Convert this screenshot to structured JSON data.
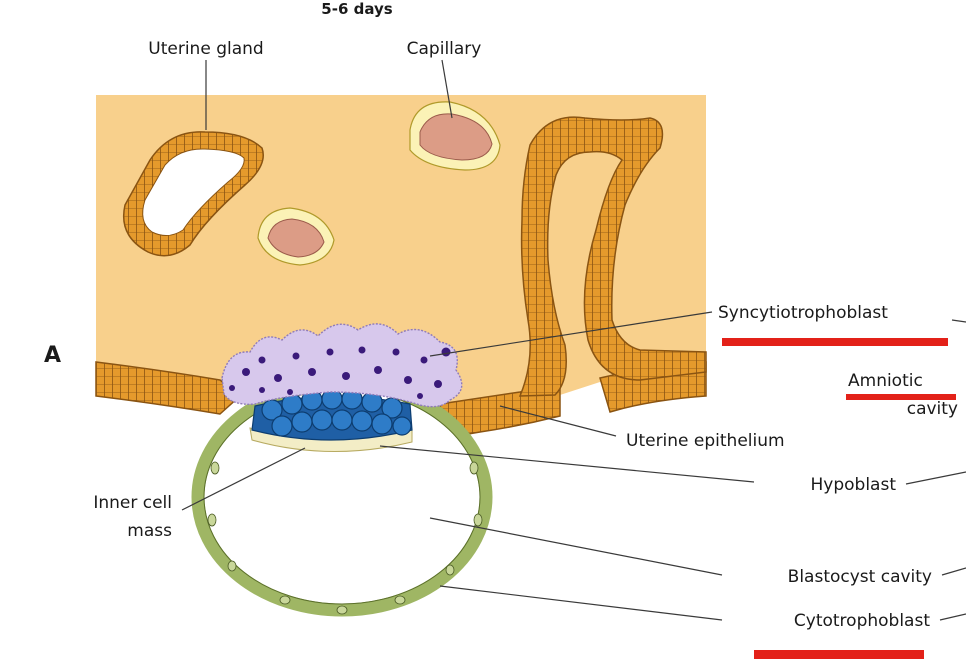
{
  "title": "5-6 days",
  "panel_label": "A",
  "labels": {
    "uterine_gland": "Uterine gland",
    "capillary": "Capillary",
    "syncytiotrophoblast": "Syncytiotrophoblast",
    "amniotic_cavity_1": "Amniotic",
    "amniotic_cavity_2": "cavity",
    "uterine_epithelium": "Uterine epithelium",
    "hypoblast": "Hypoblast",
    "inner_cell_mass_1": "Inner cell",
    "inner_cell_mass_2": "mass",
    "blastocyst_cavity": "Blastocyst cavity",
    "cytotrophoblast": "Cytotrophoblast"
  },
  "colors": {
    "endometrium": "#f8d08c",
    "epithelium": "#e59a2c",
    "epithelium_dark": "#8a5412",
    "capillary_blood": "#dc9c86",
    "capillary_wall": "#fbf2b6",
    "syncytio": "#d7c8ec",
    "syncytio_nuclei": "#3a1a7a",
    "inner_cell_mass": "#2e7cc8",
    "hypoblast": "#f3edc6",
    "cytotrophoblast": "#9fb664",
    "highlight_bar": "#e32119"
  }
}
